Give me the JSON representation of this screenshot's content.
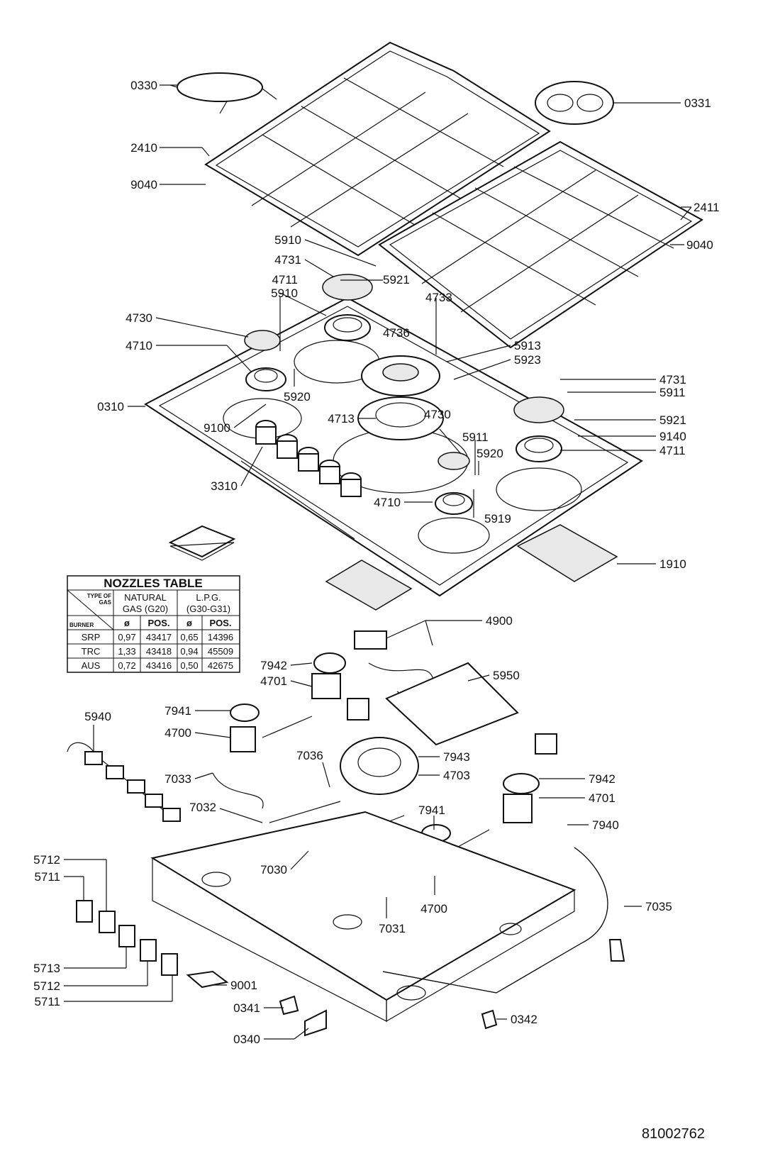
{
  "document_number": "81002762",
  "part_labels": {
    "p0330": "0330",
    "p0331": "0331",
    "p2410": "2410",
    "p9040a": "9040",
    "p2411": "2411",
    "p9040b": "9040",
    "p5910a": "5910",
    "p4731a": "4731",
    "p5921a": "5921",
    "p4711a": "4711",
    "p5910b": "5910",
    "p4733": "4733",
    "p4730a": "4730",
    "p4736": "4736",
    "p4710a": "4710",
    "p5913": "5913",
    "p5923": "5923",
    "p4731b": "4731",
    "p0310": "0310",
    "p5911a": "5911",
    "p5920a": "5920",
    "p5921b": "5921",
    "p4713": "4713",
    "p4730b": "4730",
    "p9100": "9100",
    "p9140": "9140",
    "p5911b": "5911",
    "p4711b": "4711",
    "p5920b": "5920",
    "p3310": "3310",
    "p4710b": "4710",
    "p5919": "5919",
    "p1910": "1910",
    "p4900": "4900",
    "p7942a": "7942",
    "p4701a": "4701",
    "p5950": "5950",
    "p7941a": "7941",
    "p5940": "5940",
    "p4700a": "4700",
    "p7036": "7036",
    "p7943": "7943",
    "p4703": "4703",
    "p7033": "7033",
    "p7942b": "7942",
    "p4701b": "4701",
    "p7032": "7032",
    "p7941b": "7941",
    "p7940": "7940",
    "p5712a": "5712",
    "p5711a": "5711",
    "p7030": "7030",
    "p4700b": "4700",
    "p7035": "7035",
    "p7031": "7031",
    "p5713": "5713",
    "p5712b": "5712",
    "p9001": "9001",
    "p5711b": "5711",
    "p0341": "0341",
    "p0342": "0342",
    "p0340": "0340"
  },
  "nozzles_table": {
    "title": "NOZZLES TABLE",
    "type_of_gas_line1": "TYPE OF",
    "type_of_gas_line2": "GAS",
    "burner_label": "BURNER",
    "natural_line1": "NATURAL",
    "natural_line2": "GAS (G20)",
    "lpg_line1": "L.P.G.",
    "lpg_line2": "(G30-G31)",
    "col_dia": "ø",
    "col_pos": "POS.",
    "rows": [
      {
        "burner": "SRP",
        "nat_dia": "0,97",
        "nat_pos": "43417",
        "lpg_dia": "0,65",
        "lpg_pos": "14396"
      },
      {
        "burner": "TRC",
        "nat_dia": "1,33",
        "nat_pos": "43418",
        "lpg_dia": "0,94",
        "lpg_pos": "45509"
      },
      {
        "burner": "AUS",
        "nat_dia": "0,72",
        "nat_pos": "43416",
        "lpg_dia": "0,50",
        "lpg_pos": "42675"
      }
    ]
  }
}
